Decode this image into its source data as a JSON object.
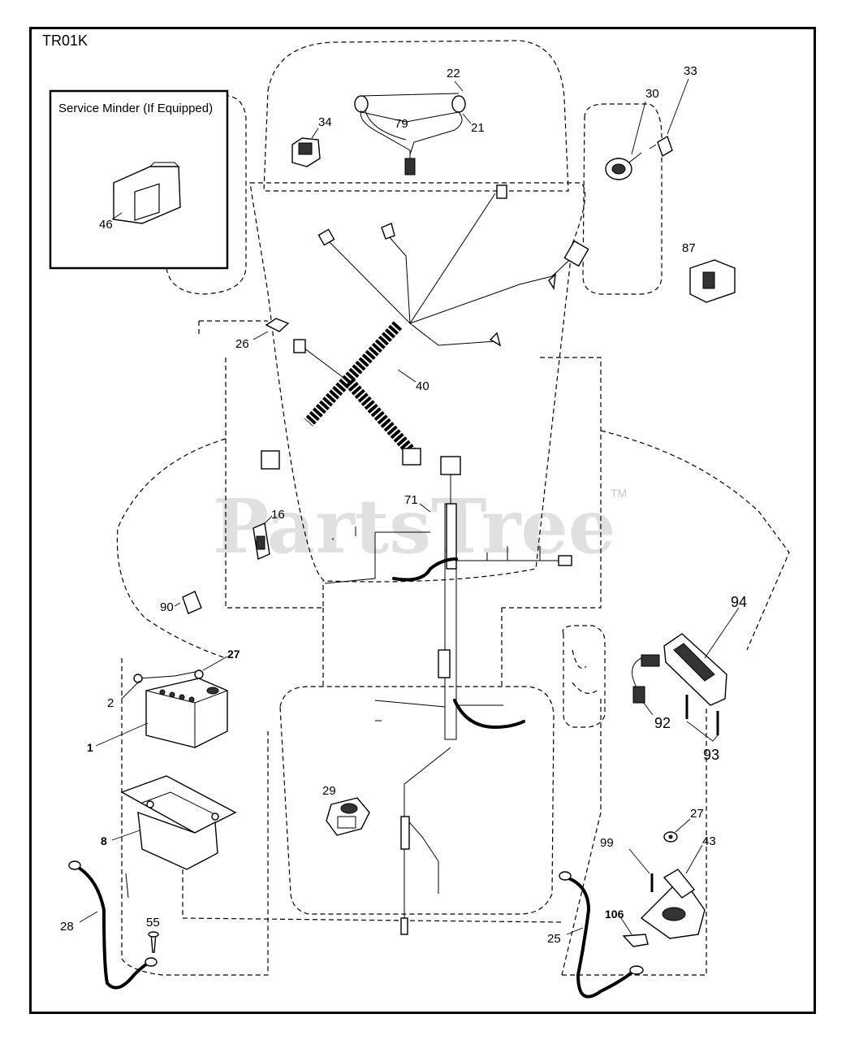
{
  "diagram_code": "TR01K",
  "inset_title": "Service Minder (If Equipped)",
  "watermark": "PartsTree",
  "watermark_tm": "TM",
  "callouts": {
    "c46": "46",
    "c34": "34",
    "c22": "22",
    "c79": "79",
    "c21": "21",
    "c30": "30",
    "c33": "33",
    "c87": "87",
    "c26": "26",
    "c40": "40",
    "c16": "16",
    "c71": "71",
    "c90": "90",
    "c94": "94",
    "c27a": "27",
    "c2": "2",
    "c1": "1",
    "c92": "92",
    "c93": "93",
    "c8": "8",
    "c29": "29",
    "c27b": "27",
    "c43": "43",
    "c99": "99",
    "c28": "28",
    "c55": "55",
    "c106": "106",
    "c25": "25"
  }
}
